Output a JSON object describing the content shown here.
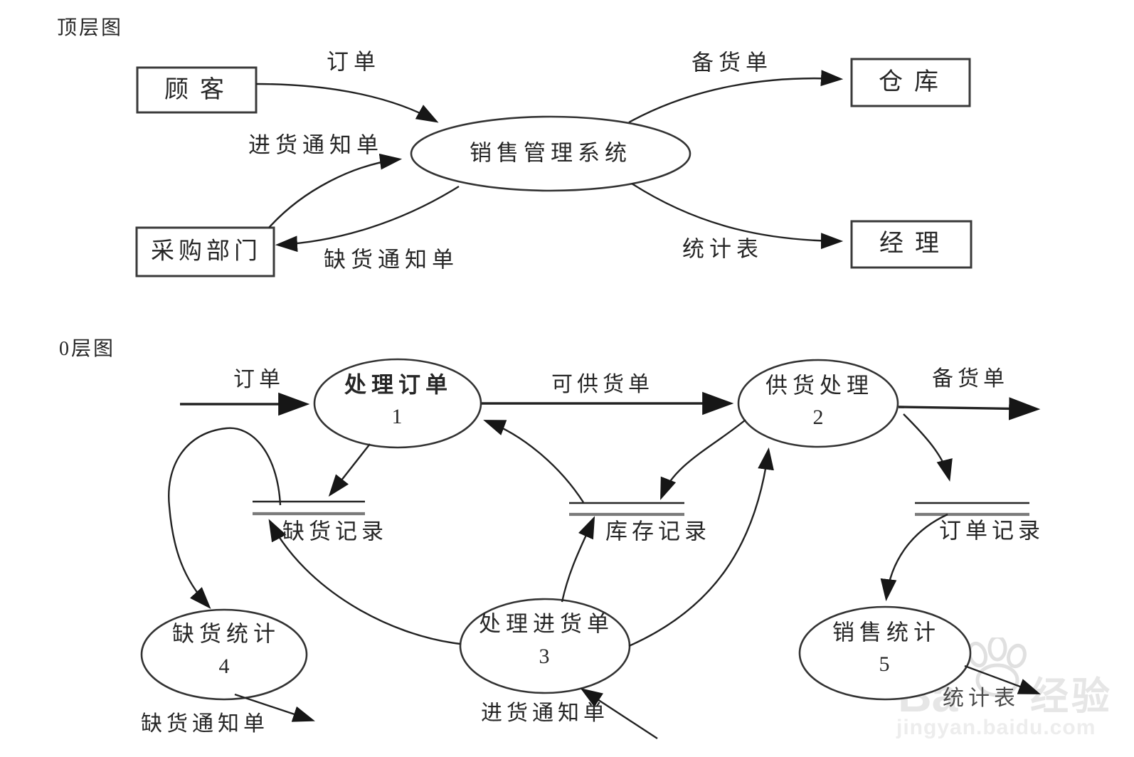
{
  "top_diagram": {
    "title": "顶层图",
    "system_process": {
      "label": "销售管理系统"
    },
    "external_entities": [
      {
        "id": "customer",
        "label": "顾客"
      },
      {
        "id": "warehouse",
        "label": "仓库"
      },
      {
        "id": "purchasing-dept",
        "label": "采购部门"
      },
      {
        "id": "manager",
        "label": "经理"
      }
    ],
    "flows": [
      {
        "id": "order",
        "label": "订单",
        "from": "顾客",
        "to": "销售管理系统"
      },
      {
        "id": "stock-list",
        "label": "备货单",
        "from": "销售管理系统",
        "to": "仓库"
      },
      {
        "id": "purchase-notice",
        "label": "进货通知单",
        "from": "采购部门",
        "to": "销售管理系统"
      },
      {
        "id": "shortage-notice",
        "label": "缺货通知单",
        "from": "销售管理系统",
        "to": "采购部门"
      },
      {
        "id": "statistics-report",
        "label": "统计表",
        "from": "销售管理系统",
        "to": "经理"
      }
    ]
  },
  "level0_diagram": {
    "title": "0层图",
    "processes": [
      {
        "number": "1",
        "label": "处理订单"
      },
      {
        "number": "2",
        "label": "供货处理"
      },
      {
        "number": "3",
        "label": "处理进货单"
      },
      {
        "number": "4",
        "label": "缺货统计"
      },
      {
        "number": "5",
        "label": "销售统计"
      }
    ],
    "data_stores": [
      {
        "label": "缺货记录"
      },
      {
        "label": "库存记录"
      },
      {
        "label": "订单记录"
      }
    ],
    "flow_labels": [
      {
        "id": "order",
        "label": "订单"
      },
      {
        "id": "available-list",
        "label": "可供货单"
      },
      {
        "id": "stock-list",
        "label": "备货单"
      },
      {
        "id": "shortage-notice",
        "label": "缺货通知单"
      },
      {
        "id": "purchase-notice",
        "label": "进货通知单"
      },
      {
        "id": "statistics-report",
        "label": "统计表"
      }
    ]
  },
  "watermark": {
    "brand_left": "Ba",
    "brand_right": "经验",
    "url": "jingyan.baidu.com"
  },
  "colors": {
    "stroke": "#222222",
    "store_bottom_line": "#7a7a7a",
    "watermark": "#e6e6e6",
    "background": "#ffffff"
  }
}
